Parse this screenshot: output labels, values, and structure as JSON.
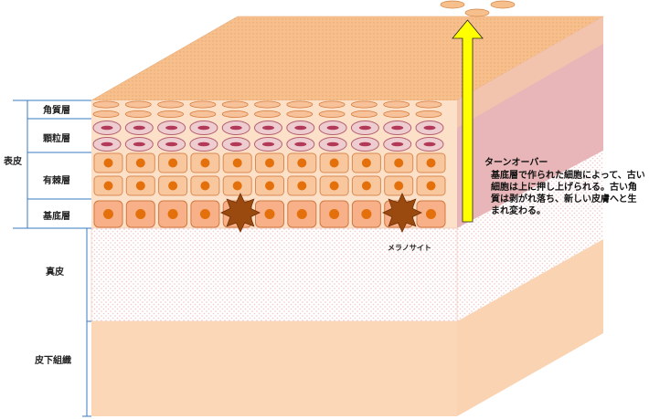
{
  "labels": {
    "epidermis": "表皮",
    "stratum_corneum": "角質層",
    "stratum_granulosum": "顆粒層",
    "stratum_spinosum": "有棘層",
    "stratum_basale": "基底層",
    "dermis": "真皮",
    "subcutaneous": "皮下組織",
    "melanocyte": "メラノサイト"
  },
  "turnover": {
    "title": "ターンオーバー",
    "lines": [
      "基底層で作られた細胞によって、古い",
      "細胞は上に押し上げられる。古い角",
      "質は剥がれ落ち、新しい皮膚へと生",
      "まれ変わる。"
    ]
  },
  "colors": {
    "top_face": "#f6bf8c",
    "subcut": "#fbd7b8",
    "dermis_dots": "#f2c9c9",
    "basal_cell": "#f7b088",
    "spinous_cell": "#f9c79e",
    "nucleus": "#e4700c",
    "granular_cell": "#eecdd0",
    "granular_nucleus": "#b23a58",
    "melanocyte": "#9b4a0f",
    "arrow_fill": "#ffff00",
    "pink_side": "#e8b6b8",
    "guide_line": "#3a78c0"
  }
}
